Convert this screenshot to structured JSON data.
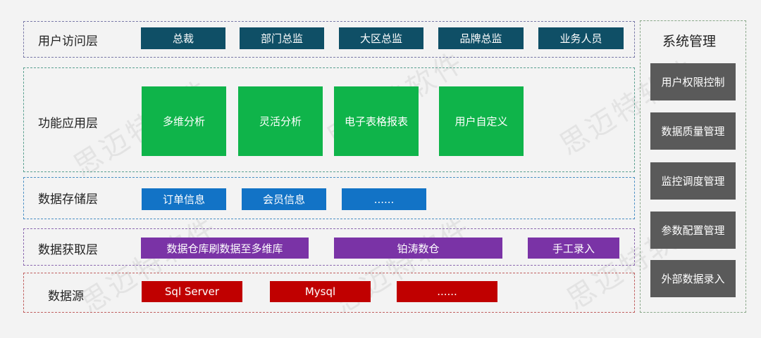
{
  "layers": {
    "access": {
      "label": "用户访问层",
      "items": [
        "总裁",
        "部门总监",
        "大区总监",
        "品牌总监",
        "业务人员"
      ]
    },
    "function": {
      "label": "功能应用层",
      "items": [
        "多维分析",
        "灵活分析",
        "电子表格报表",
        "用户自定义"
      ]
    },
    "storage": {
      "label": "数据存储层",
      "items": [
        "订单信息",
        "会员信息",
        "......"
      ]
    },
    "acquire": {
      "label": "数据获取层",
      "items": [
        "数据仓库刷数据至多维库",
        "铂涛数仓",
        "手工录入"
      ]
    },
    "source": {
      "label": "数据源",
      "items": [
        "Sql Server",
        "Mysql",
        "......"
      ]
    }
  },
  "system": {
    "title": "系统管理",
    "items": [
      "用户权限控制",
      "数据质量管理",
      "监控调度管理",
      "参数配置管理",
      "外部数据录入"
    ]
  },
  "watermark": "思迈特软件",
  "colors": {
    "access": "#0f4f66",
    "function": "#0fb44a",
    "storage": "#1273c6",
    "acquire": "#7a33a6",
    "source": "#c00000",
    "system": "#5a5a5a"
  }
}
